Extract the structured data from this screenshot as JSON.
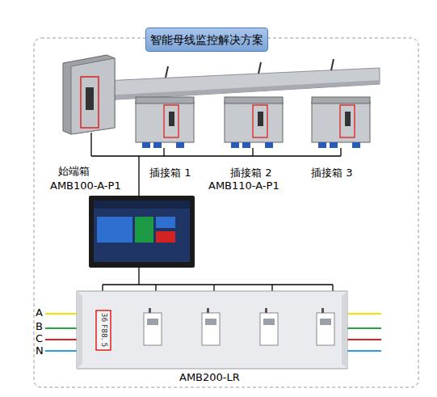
{
  "diagram": {
    "title": "智能母线监控解决方案",
    "nodes": [
      {
        "text": [
          "始端箱",
          "AMB100-A-P1"
        ]
      },
      {
        "text": [
          "插接箱 1"
        ]
      },
      {
        "text": [
          "插接箱 2",
          "AMB110-A-P1"
        ]
      },
      {
        "text": [
          "插接箱 3"
        ]
      },
      {
        "text": [
          "AMB200-LR"
        ]
      }
    ],
    "labels": [
      "A",
      "B",
      "C",
      "N",
      "36 F88. 5"
    ]
  }
}
